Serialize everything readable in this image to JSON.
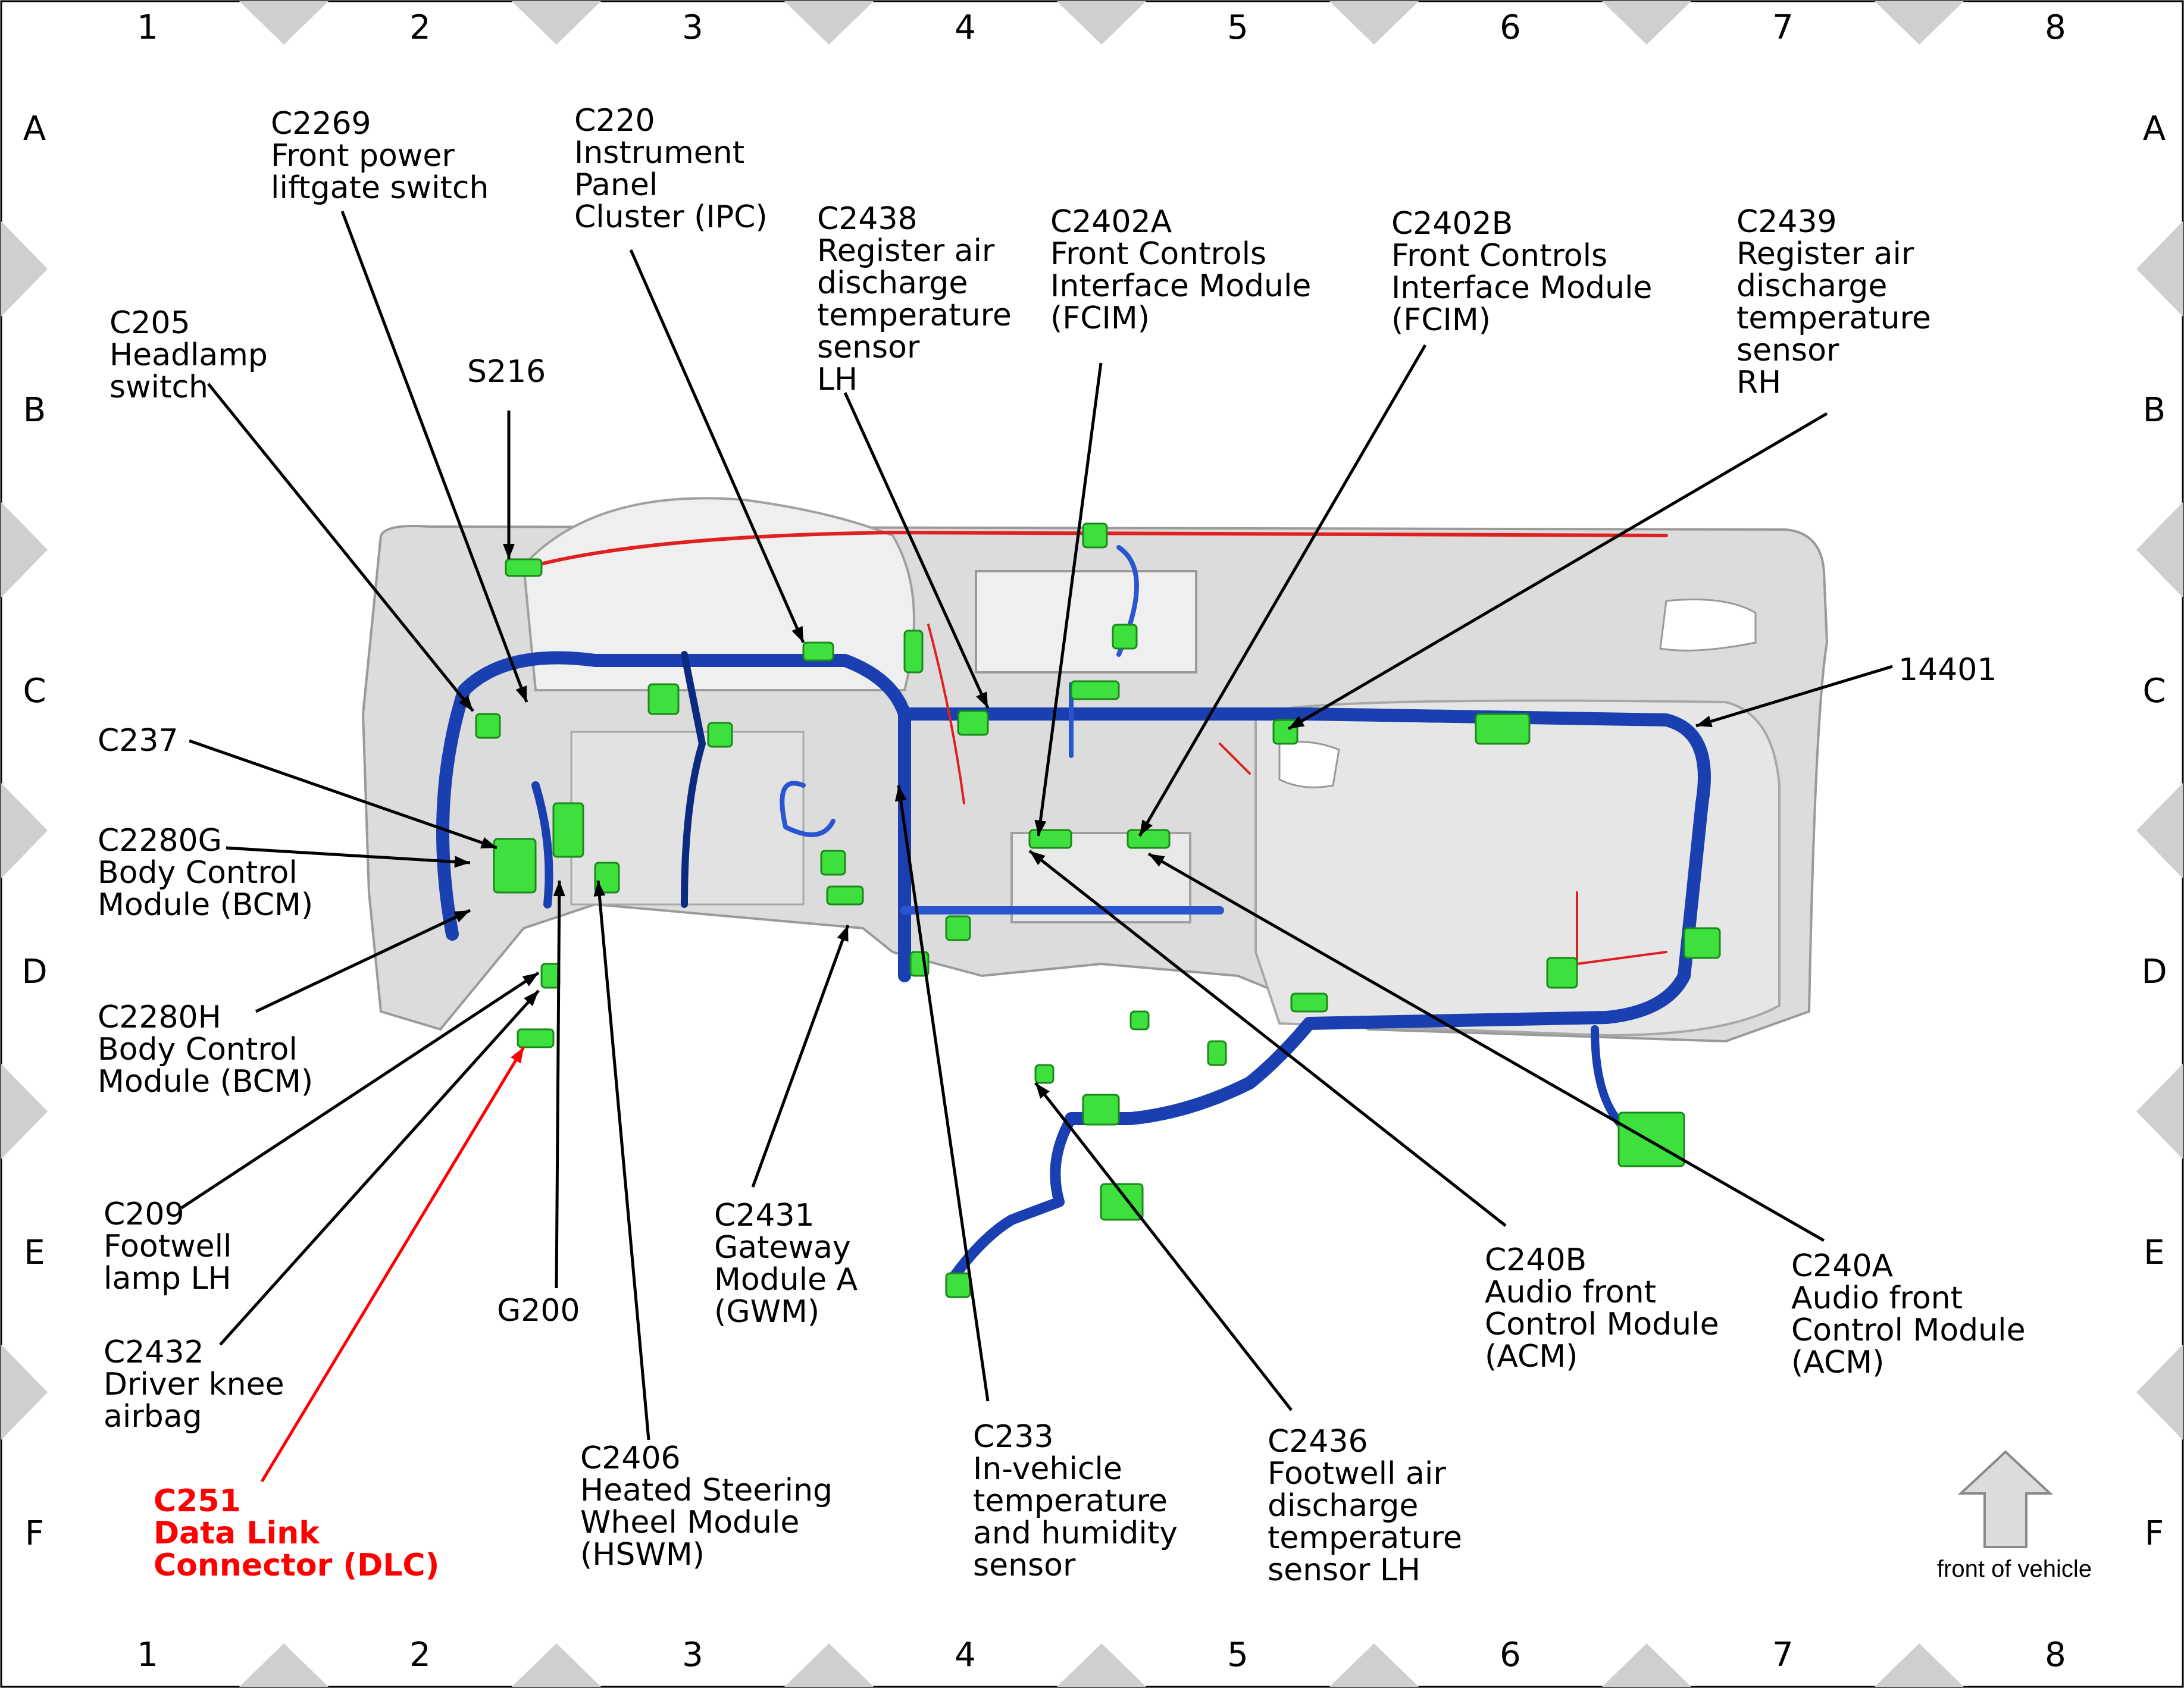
{
  "grid": {
    "columns": [
      "1",
      "2",
      "3",
      "4",
      "5",
      "6",
      "7",
      "8"
    ],
    "rows": [
      "A",
      "B",
      "C",
      "D",
      "E",
      "F"
    ]
  },
  "callouts": [
    {
      "id": "c2269",
      "lines": [
        "C2269",
        "Front power",
        "liftgate switch"
      ]
    },
    {
      "id": "c220",
      "lines": [
        "C220",
        "Instrument",
        "Panel",
        "Cluster (IPC)"
      ]
    },
    {
      "id": "c2438",
      "lines": [
        "C2438",
        "Register air",
        "discharge",
        "temperature",
        "sensor",
        "LH"
      ]
    },
    {
      "id": "c2402a",
      "lines": [
        "C2402A",
        "Front Controls",
        "Interface Module",
        "(FCIM)"
      ]
    },
    {
      "id": "c2402b",
      "lines": [
        "C2402B",
        "Front Controls",
        "Interface Module",
        "(FCIM)"
      ]
    },
    {
      "id": "c2439",
      "lines": [
        "C2439",
        "Register air",
        "discharge",
        "temperature",
        "sensor",
        "RH"
      ]
    },
    {
      "id": "c205",
      "lines": [
        "C205",
        "Headlamp",
        "switch"
      ]
    },
    {
      "id": "s216",
      "lines": [
        "S216"
      ]
    },
    {
      "id": "c14401",
      "lines": [
        "14401"
      ]
    },
    {
      "id": "c237",
      "lines": [
        "C237"
      ]
    },
    {
      "id": "c2280g",
      "lines": [
        "C2280G",
        "Body Control",
        "Module (BCM)"
      ]
    },
    {
      "id": "c2280h",
      "lines": [
        "C2280H",
        "Body Control",
        "Module (BCM)"
      ]
    },
    {
      "id": "c209",
      "lines": [
        "C209",
        "Footwell",
        "lamp LH"
      ]
    },
    {
      "id": "c2432",
      "lines": [
        "C2432",
        "Driver knee",
        "airbag"
      ]
    },
    {
      "id": "c251",
      "lines": [
        "C251",
        "Data Link",
        "Connector (DLC)"
      ]
    },
    {
      "id": "g200",
      "lines": [
        "G200"
      ]
    },
    {
      "id": "c2406",
      "lines": [
        "C2406",
        "Heated Steering",
        "Wheel Module",
        "(HSWM)"
      ]
    },
    {
      "id": "c2431",
      "lines": [
        "C2431",
        "Gateway",
        "Module A",
        "(GWM)"
      ]
    },
    {
      "id": "c233",
      "lines": [
        "C233",
        "In-vehicle",
        "temperature",
        "and humidity",
        "sensor"
      ]
    },
    {
      "id": "c2436",
      "lines": [
        "C2436",
        "Footwell air",
        "discharge",
        "temperature",
        "sensor LH"
      ]
    },
    {
      "id": "c240b",
      "lines": [
        "C240B",
        "Audio front",
        "Control Module",
        "(ACM)"
      ]
    },
    {
      "id": "c240a",
      "lines": [
        "C240A",
        "Audio front",
        "Control Module",
        "(ACM)"
      ]
    }
  ],
  "orientation_label": "front of vehicle",
  "colors": {
    "harness_blue": "#1a3fb0",
    "connector_green": "#3ee03e",
    "highlight_red": "#ff0000",
    "dash_gray": "#d8d8d8",
    "border_gray": "#c8c8c8"
  }
}
